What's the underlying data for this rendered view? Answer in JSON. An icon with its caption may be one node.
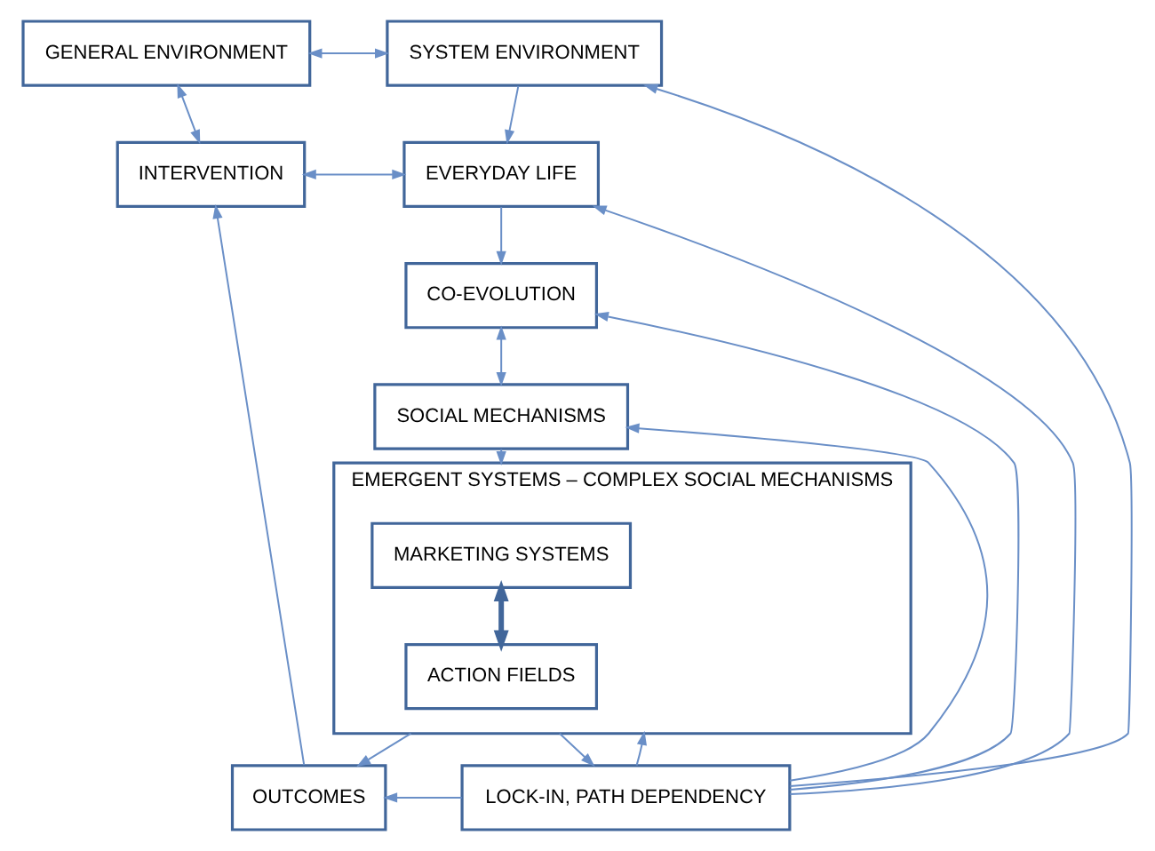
{
  "diagram": {
    "nodes": [
      {
        "text": [
          "GENERAL ENVIRONMENT"
        ]
      },
      {
        "text": [
          "SYSTEM ENVIRONMENT"
        ]
      },
      {
        "text": [
          "INTERVENTION"
        ]
      },
      {
        "text": [
          "EVERYDAY LIFE"
        ]
      },
      {
        "text": [
          "CO-EVOLUTION"
        ]
      },
      {
        "text": [
          "SOCIAL MECHANISMS"
        ]
      },
      {
        "text": [
          "EMERGENT SYSTEMS – COMPLEX SOCIAL MECHANISMS"
        ]
      },
      {
        "text": [
          "MARKETING SYSTEMS"
        ],
        "in": 6
      },
      {
        "text": [
          "ACTION FIELDS"
        ],
        "in": 6
      },
      {
        "text": [
          "OUTCOMES"
        ]
      },
      {
        "text": [
          "LOCK-IN, PATH DEPENDENCY"
        ]
      }
    ],
    "edges": [
      {
        "from": 0,
        "to": 1,
        "arrow": "both"
      },
      {
        "from": 0,
        "to": 2,
        "arrow": "both"
      },
      {
        "from": 2,
        "to": 3,
        "arrow": "both"
      },
      {
        "from": 1,
        "to": 3,
        "arrow": "to"
      },
      {
        "from": 3,
        "to": 4,
        "arrow": "to"
      },
      {
        "from": 4,
        "to": 5,
        "arrow": "both"
      },
      {
        "from": 5,
        "to": 6,
        "arrow": "to"
      },
      {
        "from": 7,
        "to": 8,
        "arrow": "both",
        "style": "thick"
      },
      {
        "from": 6,
        "to": 9,
        "arrow": "to"
      },
      {
        "from": 6,
        "to": 10,
        "arrow": "to"
      },
      {
        "from": 10,
        "to": 9,
        "arrow": "to"
      },
      {
        "from": 9,
        "to": 2,
        "arrow": "to"
      },
      {
        "from": 10,
        "to": 1,
        "arrow": "to"
      },
      {
        "from": 10,
        "to": 3,
        "arrow": "to"
      },
      {
        "from": 10,
        "to": 4,
        "arrow": "to"
      },
      {
        "from": 10,
        "to": 5,
        "arrow": "to"
      },
      {
        "from": 10,
        "to": 6,
        "arrow": "to"
      }
    ]
  }
}
